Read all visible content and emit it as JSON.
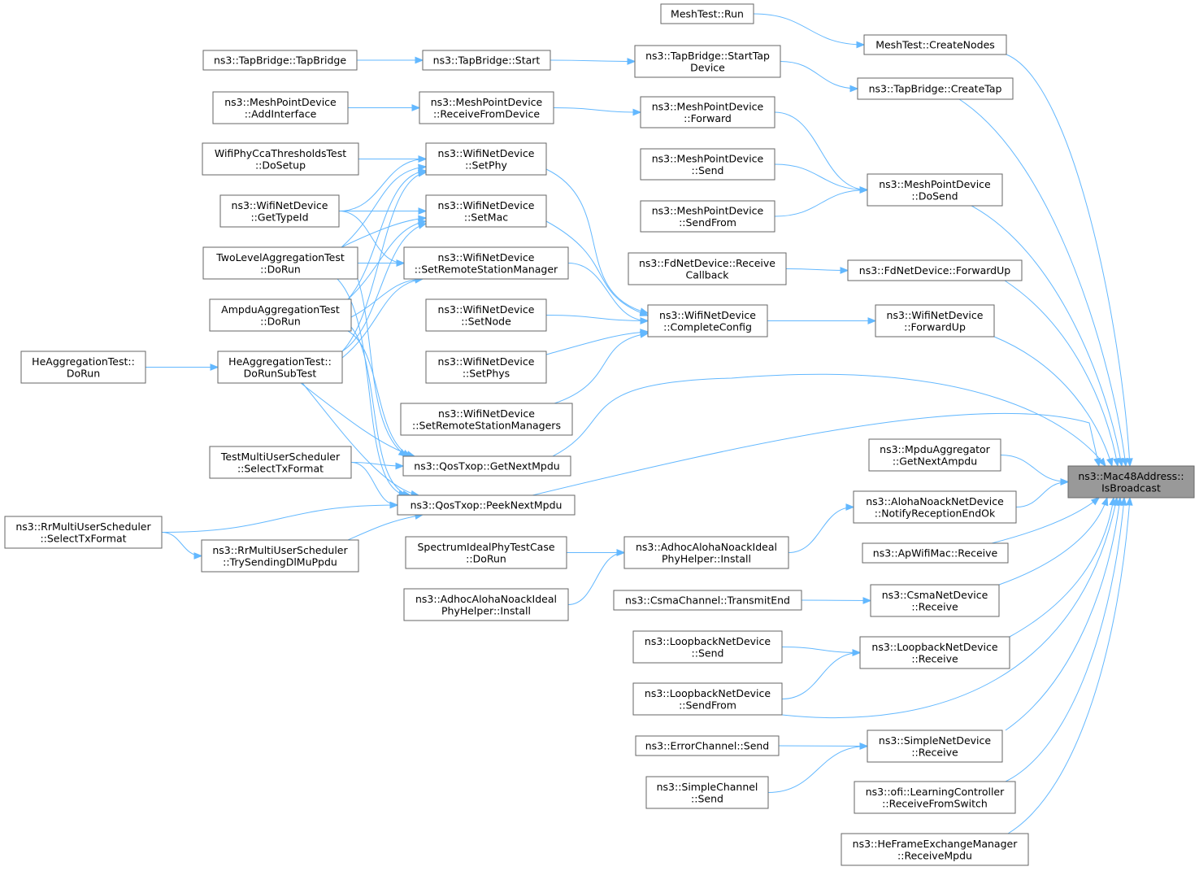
{
  "nodes": [
    {
      "id": "root",
      "lines": [
        "ns3::Mac48Address::",
        "IsBroadcast"
      ],
      "root": true
    },
    {
      "id": "meshrun",
      "lines": [
        "MeshTest::Run"
      ]
    },
    {
      "id": "meshcreate",
      "lines": [
        "MeshTest::CreateNodes"
      ]
    },
    {
      "id": "tbtb",
      "lines": [
        "ns3::TapBridge::TapBridge"
      ]
    },
    {
      "id": "tbstart",
      "lines": [
        "ns3::TapBridge::Start"
      ]
    },
    {
      "id": "tbstarttap",
      "lines": [
        "ns3::TapBridge::StartTap",
        "Device"
      ]
    },
    {
      "id": "tbcreatetap",
      "lines": [
        "ns3::TapBridge::CreateTap"
      ]
    },
    {
      "id": "mpaddif",
      "lines": [
        "ns3::MeshPointDevice",
        "::AddInterface"
      ]
    },
    {
      "id": "mprecvdev",
      "lines": [
        "ns3::MeshPointDevice",
        "::ReceiveFromDevice"
      ]
    },
    {
      "id": "mpfwd",
      "lines": [
        "ns3::MeshPointDevice",
        "::Forward"
      ]
    },
    {
      "id": "mpsend",
      "lines": [
        "ns3::MeshPointDevice",
        "::Send"
      ]
    },
    {
      "id": "mpsendfrom",
      "lines": [
        "ns3::MeshPointDevice",
        "::SendFrom"
      ]
    },
    {
      "id": "mpdosend",
      "lines": [
        "ns3::MeshPointDevice",
        "::DoSend"
      ]
    },
    {
      "id": "wificca",
      "lines": [
        "WifiPhyCcaThresholdsTest",
        "::DoSetup"
      ]
    },
    {
      "id": "wndsetphy",
      "lines": [
        "ns3::WifiNetDevice",
        "::SetPhy"
      ]
    },
    {
      "id": "wndtypeid",
      "lines": [
        "ns3::WifiNetDevice",
        "::GetTypeId"
      ]
    },
    {
      "id": "wndsetmac",
      "lines": [
        "ns3::WifiNetDevice",
        "::SetMac"
      ]
    },
    {
      "id": "twolevel",
      "lines": [
        "TwoLevelAggregationTest",
        "::DoRun"
      ]
    },
    {
      "id": "wndsetrsm",
      "lines": [
        "ns3::WifiNetDevice",
        "::SetRemoteStationManager"
      ]
    },
    {
      "id": "ampdu",
      "lines": [
        "AmpduAggregationTest",
        "::DoRun"
      ]
    },
    {
      "id": "wndsetnode",
      "lines": [
        "ns3::WifiNetDevice",
        "::SetNode"
      ]
    },
    {
      "id": "heagg",
      "lines": [
        "HeAggregationTest::",
        "DoRun"
      ]
    },
    {
      "id": "heaggsub",
      "lines": [
        "HeAggregationTest::",
        "DoRunSubTest"
      ]
    },
    {
      "id": "wndsetphys",
      "lines": [
        "ns3::WifiNetDevice",
        "::SetPhys"
      ]
    },
    {
      "id": "wndsetrsms",
      "lines": [
        "ns3::WifiNetDevice",
        "::SetRemoteStationManagers"
      ]
    },
    {
      "id": "fdrecvcb",
      "lines": [
        "ns3::FdNetDevice::Receive",
        "Callback"
      ]
    },
    {
      "id": "fdfwdup",
      "lines": [
        "ns3::FdNetDevice::ForwardUp"
      ]
    },
    {
      "id": "wndcompletecfg",
      "lines": [
        "ns3::WifiNetDevice",
        "::CompleteConfig"
      ]
    },
    {
      "id": "wndfwdup",
      "lines": [
        "ns3::WifiNetDevice",
        "::ForwardUp"
      ]
    },
    {
      "id": "qosgetnext",
      "lines": [
        "ns3::QosTxop::GetNextMpdu"
      ]
    },
    {
      "id": "testmus",
      "lines": [
        "TestMultiUserScheduler",
        "::SelectTxFormat"
      ]
    },
    {
      "id": "mpduaggr",
      "lines": [
        "ns3::MpduAggregator",
        "::GetNextAmpdu"
      ]
    },
    {
      "id": "qospeek",
      "lines": [
        "ns3::QosTxop::PeekNextMpdu"
      ]
    },
    {
      "id": "rrselect",
      "lines": [
        "ns3::RrMultiUserScheduler",
        "::SelectTxFormat"
      ]
    },
    {
      "id": "alohanotify",
      "lines": [
        "ns3::AlohaNoackNetDevice",
        "::NotifyReceptionEndOk"
      ]
    },
    {
      "id": "rrtrysend",
      "lines": [
        "ns3::RrMultiUserScheduler",
        "::TrySendingDlMuPpdu"
      ]
    },
    {
      "id": "specideal",
      "lines": [
        "SpectrumIdealPhyTestCase",
        "::DoRun"
      ]
    },
    {
      "id": "adhocinstall1",
      "lines": [
        "ns3::AdhocAlohaNoackIdeal",
        "PhyHelper::Install"
      ]
    },
    {
      "id": "apwifi",
      "lines": [
        "ns3::ApWifiMac::Receive"
      ]
    },
    {
      "id": "adhocinstall2",
      "lines": [
        "ns3::AdhocAlohaNoackIdeal",
        "PhyHelper::Install"
      ]
    },
    {
      "id": "csmatransmit",
      "lines": [
        "ns3::CsmaChannel::TransmitEnd"
      ]
    },
    {
      "id": "csmarecv",
      "lines": [
        "ns3::CsmaNetDevice",
        "::Receive"
      ]
    },
    {
      "id": "lbsend",
      "lines": [
        "ns3::LoopbackNetDevice",
        "::Send"
      ]
    },
    {
      "id": "lbrecv",
      "lines": [
        "ns3::LoopbackNetDevice",
        "::Receive"
      ]
    },
    {
      "id": "lbsendfrom",
      "lines": [
        "ns3::LoopbackNetDevice",
        "::SendFrom"
      ]
    },
    {
      "id": "errsend",
      "lines": [
        "ns3::ErrorChannel::Send"
      ]
    },
    {
      "id": "simplerecv",
      "lines": [
        "ns3::SimpleNetDevice",
        "::Receive"
      ]
    },
    {
      "id": "simplesend",
      "lines": [
        "ns3::SimpleChannel",
        "::Send"
      ]
    },
    {
      "id": "ofirecv",
      "lines": [
        "ns3::ofi::LearningController",
        "::ReceiveFromSwitch"
      ]
    },
    {
      "id": "herecv",
      "lines": [
        "ns3::HeFrameExchangeManager",
        "::ReceiveMpdu"
      ]
    }
  ],
  "edges": [
    [
      "meshrun",
      "meshcreate"
    ],
    [
      "meshcreate",
      "root"
    ],
    [
      "tbtb",
      "tbstart"
    ],
    [
      "tbstart",
      "tbstarttap"
    ],
    [
      "tbstarttap",
      "tbcreatetap"
    ],
    [
      "tbcreatetap",
      "root"
    ],
    [
      "mpaddif",
      "mprecvdev"
    ],
    [
      "mprecvdev",
      "mpfwd"
    ],
    [
      "mpfwd",
      "mpdosend"
    ],
    [
      "mpsend",
      "mpdosend"
    ],
    [
      "mpsendfrom",
      "mpdosend"
    ],
    [
      "mpdosend",
      "root"
    ],
    [
      "wificca",
      "wndsetphy"
    ],
    [
      "wndtypeid",
      "wndsetphy"
    ],
    [
      "twolevel",
      "wndsetphy"
    ],
    [
      "ampdu",
      "wndsetphy"
    ],
    [
      "heaggsub",
      "wndsetphy"
    ],
    [
      "wndtypeid",
      "wndsetmac"
    ],
    [
      "twolevel",
      "wndsetmac"
    ],
    [
      "ampdu",
      "wndsetmac"
    ],
    [
      "heaggsub",
      "wndsetmac"
    ],
    [
      "wndtypeid",
      "wndsetrsm"
    ],
    [
      "twolevel",
      "wndsetrsm"
    ],
    [
      "ampdu",
      "wndsetrsm"
    ],
    [
      "heaggsub",
      "wndsetrsm"
    ],
    [
      "wndsetphy",
      "wndcompletecfg"
    ],
    [
      "wndsetmac",
      "wndcompletecfg"
    ],
    [
      "wndsetrsm",
      "wndcompletecfg"
    ],
    [
      "wndsetnode",
      "wndcompletecfg"
    ],
    [
      "wndsetphys",
      "wndcompletecfg"
    ],
    [
      "wndsetrsms",
      "wndcompletecfg"
    ],
    [
      "wndcompletecfg",
      "wndfwdup"
    ],
    [
      "wndfwdup",
      "root"
    ],
    [
      "fdrecvcb",
      "fdfwdup"
    ],
    [
      "fdfwdup",
      "root"
    ],
    [
      "heagg",
      "heaggsub"
    ],
    [
      "twolevel",
      "qosgetnext"
    ],
    [
      "ampdu",
      "qosgetnext"
    ],
    [
      "heaggsub",
      "qosgetnext"
    ],
    [
      "testmus",
      "qosgetnext"
    ],
    [
      "qosgetnext",
      "root"
    ],
    [
      "twolevel",
      "qospeek"
    ],
    [
      "ampdu",
      "qospeek"
    ],
    [
      "heaggsub",
      "qospeek"
    ],
    [
      "testmus",
      "qospeek"
    ],
    [
      "rrselect",
      "qospeek"
    ],
    [
      "rrtrysend",
      "qospeek"
    ],
    [
      "qospeek",
      "root"
    ],
    [
      "rrselect",
      "rrtrysend"
    ],
    [
      "mpduaggr",
      "root"
    ],
    [
      "specideal",
      "adhocinstall1"
    ],
    [
      "adhocinstall2",
      "adhocinstall1"
    ],
    [
      "adhocinstall1",
      "alohanotify"
    ],
    [
      "alohanotify",
      "root"
    ],
    [
      "apwifi",
      "root"
    ],
    [
      "csmatransmit",
      "csmarecv"
    ],
    [
      "csmarecv",
      "root"
    ],
    [
      "lbsend",
      "lbrecv"
    ],
    [
      "lbsendfrom",
      "lbrecv"
    ],
    [
      "lbrecv",
      "root"
    ],
    [
      "lbsendfrom",
      "root"
    ],
    [
      "errsend",
      "simplerecv"
    ],
    [
      "simplesend",
      "simplerecv"
    ],
    [
      "simplerecv",
      "root"
    ],
    [
      "ofirecv",
      "root"
    ],
    [
      "herecv",
      "root"
    ]
  ]
}
